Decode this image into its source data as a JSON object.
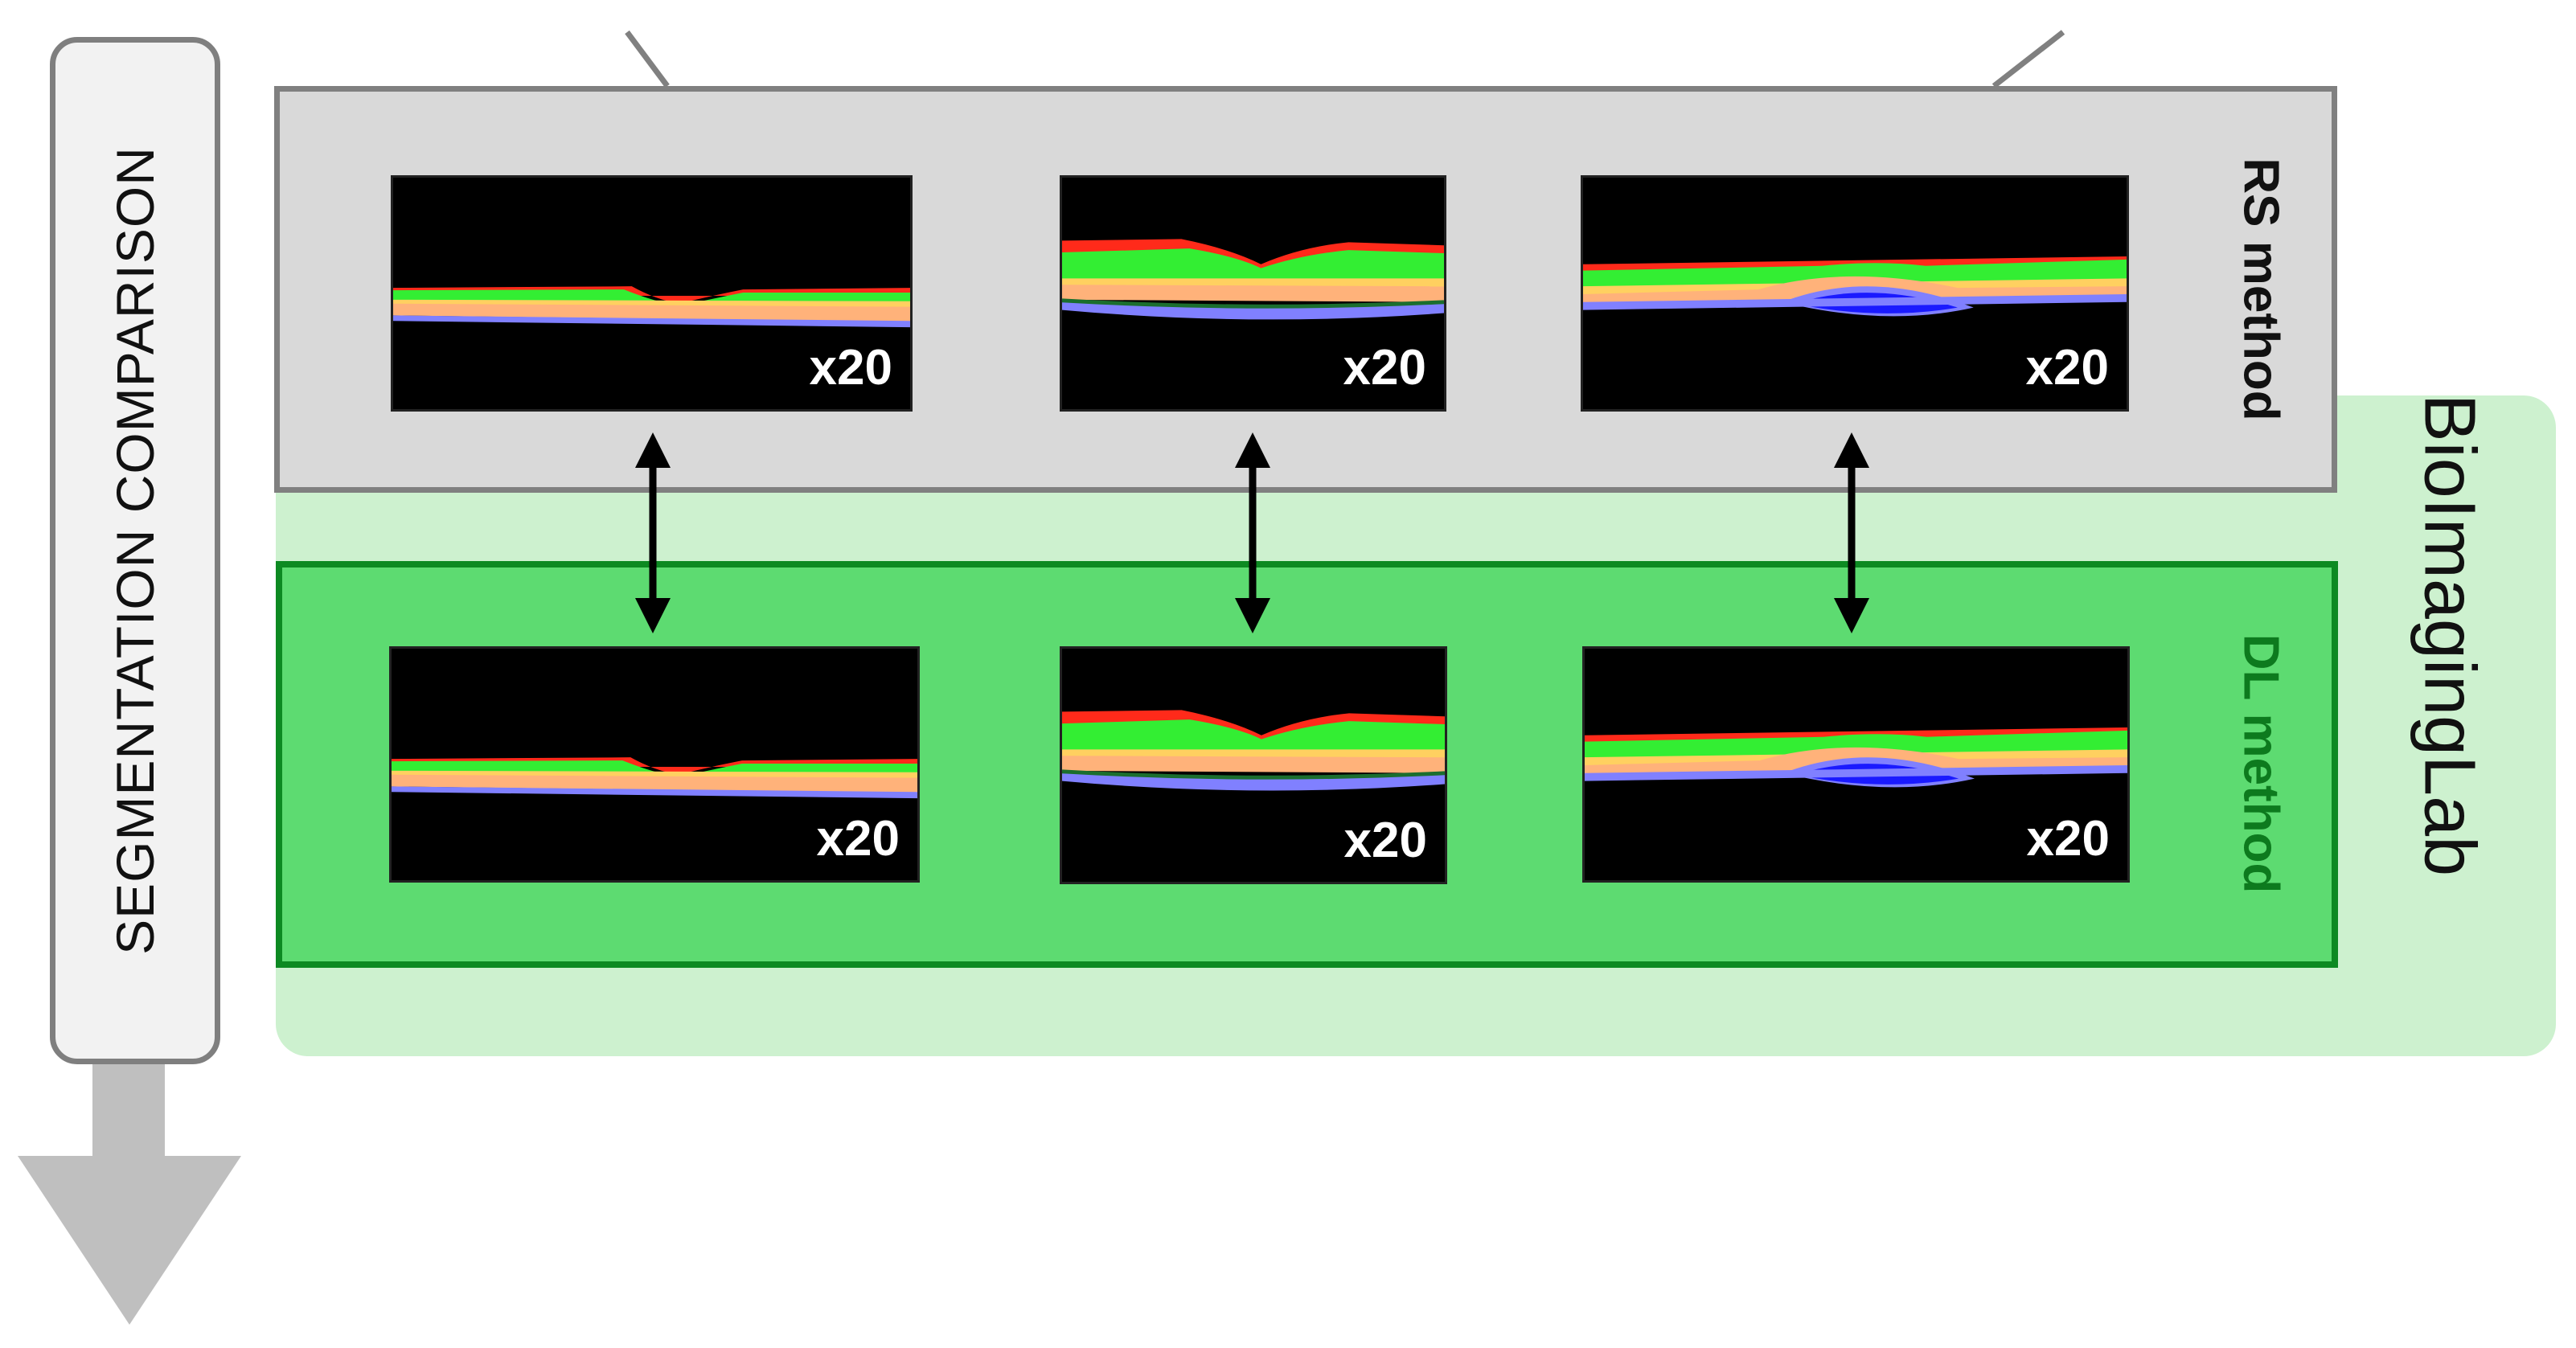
{
  "side_label": "SEGMENTATION COMPARISON",
  "lab_name": "BioImagingLab",
  "methods": {
    "rs": "RS method",
    "dl": "DL method"
  },
  "rs_images": [
    {
      "zoom": "x20"
    },
    {
      "zoom": "x20"
    },
    {
      "zoom": "x20"
    }
  ],
  "dl_images": [
    {
      "zoom": "x20"
    },
    {
      "zoom": "x20"
    },
    {
      "zoom": "x20"
    }
  ],
  "colors": {
    "rs_panel": "#d9d9d9",
    "dl_panel": "#5ddb71",
    "lab_panel": "#cdf1cf",
    "layer_red": "#ff2a1a",
    "layer_green": "#33ee33",
    "layer_orange": "#ffb27a",
    "layer_blue": "#8080ff",
    "fluid_blue": "#1a1aff"
  }
}
